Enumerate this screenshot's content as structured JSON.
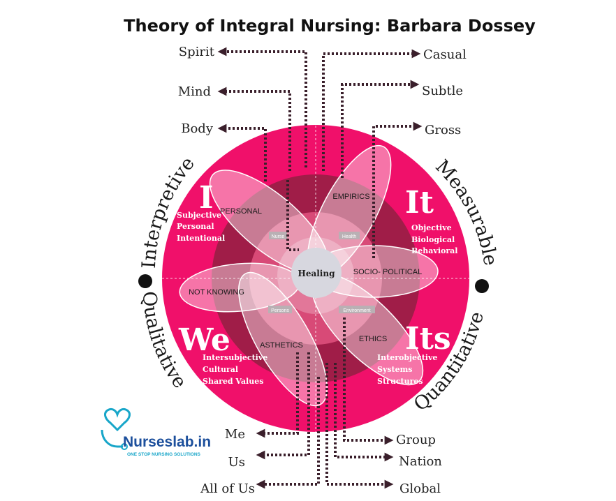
{
  "title": "Theory of Integral Nursing: Barbara Dossey",
  "left_labels": {
    "spirit": "Spirit",
    "mind": "Mind",
    "body": "Body"
  },
  "right_labels": {
    "casual": "Casual",
    "subtle": "Subtle",
    "gross": "Gross"
  },
  "bottom_left_labels": {
    "me": "Me",
    "us": "Us",
    "all_of_us": "All of Us"
  },
  "bottom_right_labels": {
    "group": "Group",
    "nation": "Nation",
    "global": "Global"
  },
  "arc_words": {
    "interpretive": "Interpretive",
    "measurable": "Measurable",
    "qualitative": "Qualitative",
    "quantitative": "Quantitative"
  },
  "quadrants": {
    "i": {
      "letter": "I",
      "lines": [
        "Subjective",
        "Personal",
        "Intentional"
      ]
    },
    "it": {
      "letter": "It",
      "lines": [
        "Objective",
        "Biological",
        "Behavioral"
      ]
    },
    "we": {
      "letter": "We",
      "lines": [
        "Intersubjective",
        "Cultural",
        "Shared Values"
      ]
    },
    "its": {
      "letter": "Its",
      "lines": [
        "Interobjective",
        "Systems",
        "Structures"
      ]
    }
  },
  "petals": {
    "personal": "PERSONAL",
    "empirics": "EMPIRICS",
    "socio_political": "SOCIO- POLITICAL",
    "not_knowing": "NOT KNOWING",
    "ethics": "ETHICS",
    "asthetics": "ASTHETICS"
  },
  "tags": {
    "nurse": "Nurse",
    "health": "Health",
    "persons": "Persons",
    "environment": "Environment"
  },
  "center": "Healing",
  "logo": {
    "name": "Nurseslab.in",
    "tagline": "ONE STOP NURSING SOLUTIONS"
  },
  "colors": {
    "outer_ring": "#f0106a",
    "mid_ring": "#a01d48",
    "inner_ring": "#d84a77",
    "arrow": "#3a1f2b",
    "logo_teal": "#18a6c9"
  }
}
